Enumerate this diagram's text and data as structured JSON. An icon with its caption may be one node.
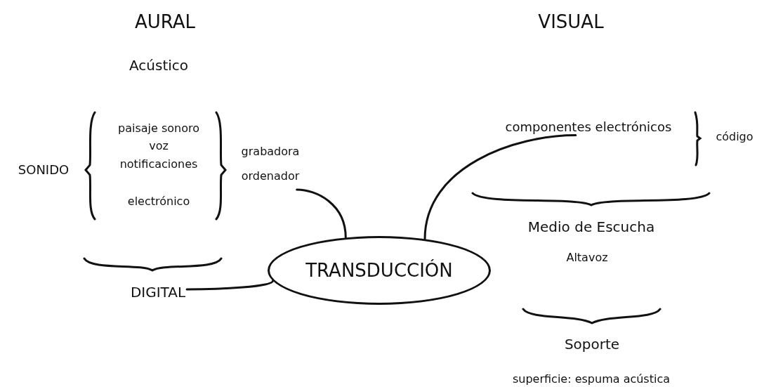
{
  "diagram": {
    "nodes": [
      {
        "text": [
          "TRANSDUCCIÓN"
        ]
      },
      {
        "text": [
          "grabadora",
          "ordenador"
        ]
      },
      {
        "text": [
          "componentes electrónicos"
        ]
      },
      {
        "text": [
          "DIGITAL"
        ]
      }
    ],
    "edges": [
      {
        "from": 0,
        "to": 1,
        "arrow": "none"
      },
      {
        "from": 0,
        "to": 2,
        "arrow": "none"
      },
      {
        "from": 0,
        "to": 3,
        "arrow": "none"
      }
    ],
    "labels": [
      "AURAL",
      "VISUAL",
      "Acústico",
      "paisaje sonoro",
      "voz",
      "notificaciones",
      "código",
      "SONIDO",
      "electrónico",
      "Medio de Escucha",
      "Altavoz",
      "Soporte",
      "superficie: espuma acústica"
    ]
  }
}
